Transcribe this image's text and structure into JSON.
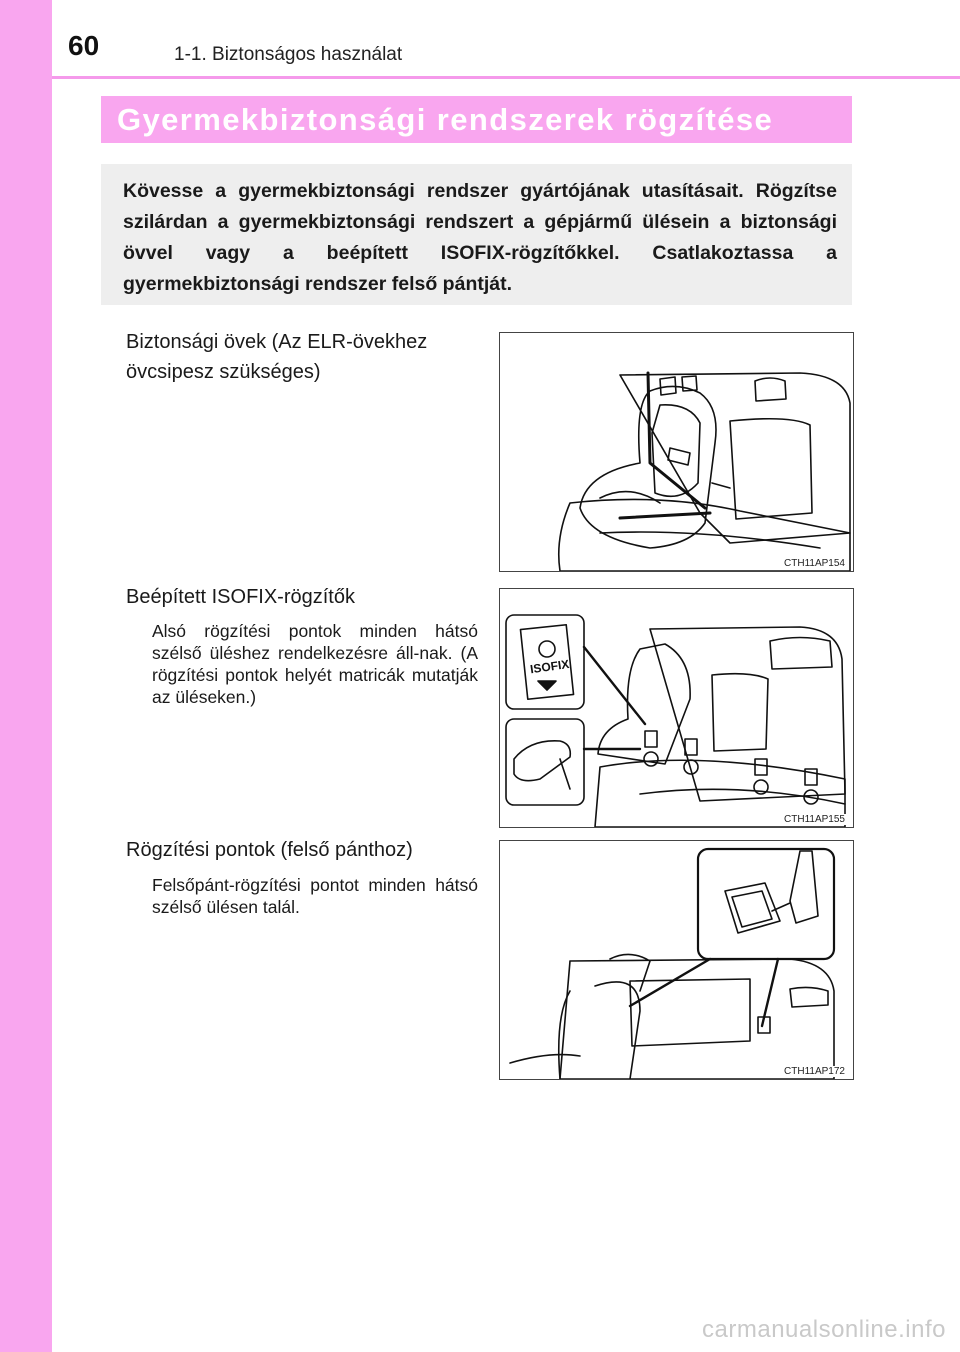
{
  "header": {
    "page_number": "60",
    "chapter_title": "1-1. Biztonságos használat"
  },
  "section": {
    "title": "Gyermekbiztonsági rendszerek rögzítése",
    "intro": "Kövesse a gyermekbiztonsági rendszer gyártójának utasításait. Rögzítse szilárdan a gyermekbiztonsági rendszert a gépjármű ülésein a biztonsági övvel vagy a beépített ISOFIX-rögzítőkkel. Csatlakoztassa a gyermekbiztonsági rendszer felső pántját."
  },
  "items": [
    {
      "heading": "Biztonsági övek (Az ELR-övekhez övcsipesz szükséges)",
      "body": "",
      "figure_code": "CTH11AP154"
    },
    {
      "heading": "Beépített ISOFIX-rögzítők",
      "body": "Alsó rögzítési pontok minden hátsó szélső üléshez rendelkezésre áll-nak. (A rögzítési pontok helyét matricák mutatják az üléseken.)",
      "figure_code": "CTH11AP155",
      "figure_label": "ISOFIX"
    },
    {
      "heading": "Rögzítési pontok (felső pánthoz)",
      "body": "Felsőpánt-rögzítési pontot minden hátsó szélső ülésen talál.",
      "figure_code": "CTH11AP172"
    }
  ],
  "watermark": "carmanualsonline.info",
  "colors": {
    "accent_pink": "#f9a6ef",
    "intro_box": "#eeeeee"
  }
}
